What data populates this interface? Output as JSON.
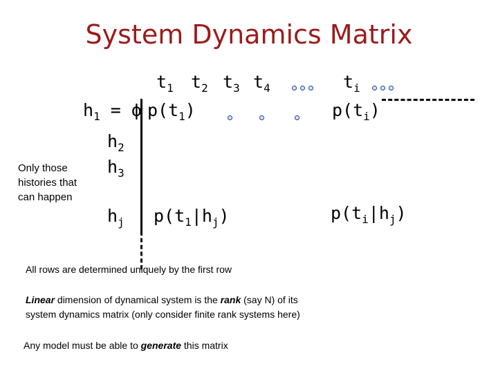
{
  "title": "System Dynamics Matrix",
  "columns": {
    "t1": {
      "base": "t",
      "sub": "1"
    },
    "t2": {
      "base": "t",
      "sub": "2"
    },
    "t3": {
      "base": "t",
      "sub": "3"
    },
    "t4": {
      "base": "t",
      "sub": "4"
    },
    "ti": {
      "base": "t",
      "sub": "i"
    }
  },
  "rows": {
    "h1": {
      "base": "h",
      "sub": "1",
      "suffix": " = ϕ"
    },
    "h2": {
      "base": "h",
      "sub": "2"
    },
    "h3": {
      "base": "h",
      "sub": "3"
    },
    "hj": {
      "base": "h",
      "sub": "j"
    }
  },
  "cells": {
    "p_t1": {
      "pre": "p(t",
      "sub": "1",
      "post": ")"
    },
    "p_ti": {
      "pre": "p(t",
      "sub": "i",
      "post": ")"
    },
    "p_t1_hj": {
      "pre": "p(t",
      "sub1": "1",
      "mid": "|h",
      "sub2": "j",
      "post": ")"
    },
    "p_ti_hj": {
      "pre": "p(t",
      "sub1": "i",
      "mid": "|h",
      "sub2": "j",
      "post": ")"
    }
  },
  "side_note": [
    "Only those",
    "histories that",
    "can happen"
  ],
  "notes": {
    "line1": "All rows are determined uniquely by the first row",
    "line2": {
      "em1": "Linear",
      "t1": " dimension of dynamical system is the ",
      "em2": "rank",
      "t2": " (say N) of its"
    },
    "line3": "system dynamics matrix (only consider finite rank systems here)",
    "line4": {
      "t1": "Any model must be able to ",
      "em1": "generate",
      "t2": " this matrix"
    }
  }
}
